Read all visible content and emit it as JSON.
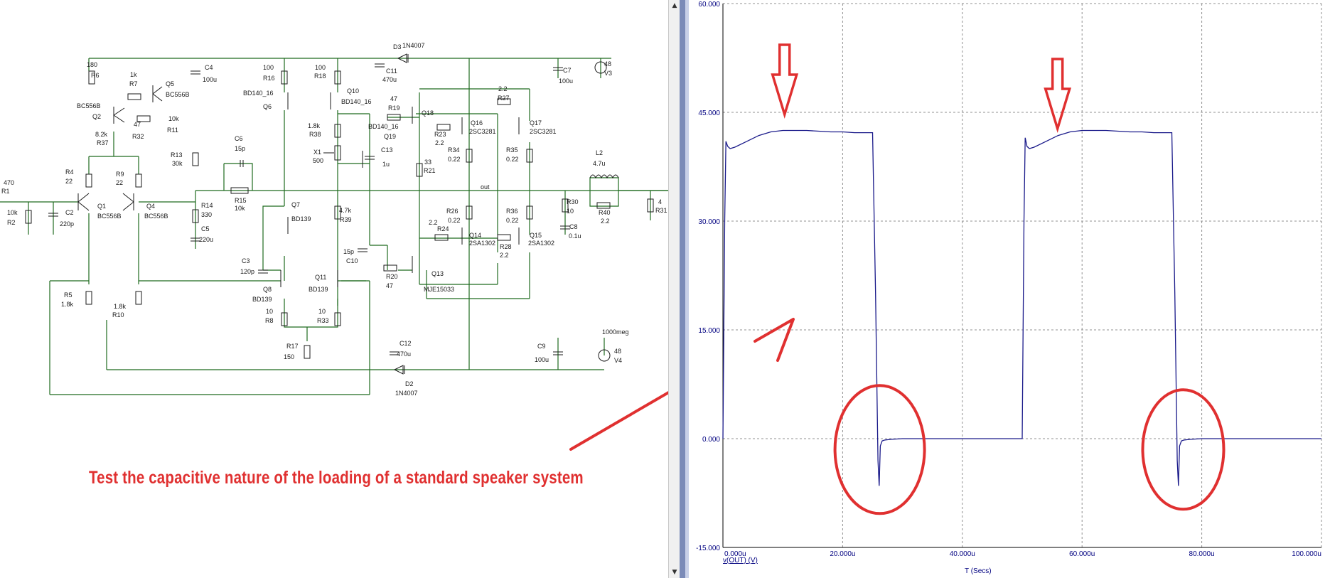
{
  "annotation": {
    "caption": "Test the capacitive nature of the loading of a standard speaker system",
    "annotation_color": "#e03030"
  },
  "schematic": {
    "wire_color": "#1f6b1f",
    "component_color": "#1a1a1a",
    "labels": {
      "R1": "R1",
      "R1_val": "470",
      "R2": "R2",
      "R2_val": "10k",
      "C2": "C2",
      "C2_val": "220p",
      "Q1": "Q1",
      "Q1_type": "BC556B",
      "Q4": "Q4",
      "Q4_type": "BC556B",
      "R4": "R4",
      "R4_val": "22",
      "R9": "R9",
      "R9_val": "22",
      "R6": "R6",
      "R6_val": "180",
      "R7": "R7",
      "R7_val": "1k",
      "Q5": "Q5",
      "Q5_type": "BC556B",
      "Q2": "Q2",
      "Q2_type": "BC556B",
      "R32": "R32",
      "R32_val": "47",
      "R37": "R37",
      "R37_val": "8.2k",
      "R11": "R11",
      "R11_val": "10k",
      "R13": "R13",
      "R13_val": "30k",
      "C4": "C4",
      "C4_val": "100u",
      "R14": "R14",
      "R14_val": "330",
      "C5": "C5",
      "C5_val": "220u",
      "C6": "C6",
      "C6_val": "15p",
      "R15": "R15",
      "R15_val": "10k",
      "R5": "R5",
      "R5_val": "1.8k",
      "R10": "R10",
      "R10_val": "1.8k",
      "R16": "R16",
      "R16_val": "100",
      "R18": "R18",
      "R18_val": "100",
      "Q6": "Q6",
      "Q6_type": "BD140_16",
      "Q10": "Q10",
      "Q10_type": "BD140_16",
      "Q7": "Q7",
      "Q7_type": "BD139",
      "C3": "C3",
      "C3_val": "120p",
      "Q8": "Q8",
      "Q8_type": "BD139",
      "Q11": "Q11",
      "Q11_type": "BD139",
      "R8": "R8",
      "R8_val": "10",
      "R33": "R33",
      "R33_val": "10",
      "R17": "R17",
      "R17_val": "150",
      "R38": "R38",
      "R38_val": "1.8k",
      "X1": "X1",
      "X1_val": "500",
      "Q19": "Q19",
      "Q19_type": "BD140_16",
      "C13": "C13",
      "C13_val": "1u",
      "R39": "R39",
      "R39_val": "4.7k",
      "C10": "C10",
      "C10_val": "15p",
      "D3": "D3",
      "D3_type": "1N4007",
      "C11": "C11",
      "C11_val": "470u",
      "R19": "R19",
      "R19_val": "47",
      "Q18": "Q18",
      "R21": "R21",
      "R21_val": "33",
      "R23": "R23",
      "R23_val": "2.2",
      "Q16": "Q16",
      "Q16_type": "2SC3281",
      "R34": "R34",
      "R34_val": "0.22",
      "R27": "R27",
      "R27_val": "2.2",
      "Q17": "Q17",
      "Q17_type": "2SC3281",
      "R35": "R35",
      "R35_val": "0.22",
      "C7": "C7",
      "C7_val": "100u",
      "V3": "V3",
      "V3_val": "48",
      "out": "out",
      "L2": "L2",
      "L2_val": "4.7u",
      "R40": "R40",
      "R40_val": "2.2",
      "R30": "R30",
      "R30_val": "10",
      "C8": "C8",
      "C8_val": "0.1u",
      "R31": "R31",
      "R31_val": "4",
      "R26": "R26",
      "R26_val": "0.22",
      "R36": "R36",
      "R36_val": "0.22",
      "R24": "R24",
      "R24_val": "2.2",
      "Q14": "Q14",
      "Q14_type": "2SA1302",
      "R28": "R28",
      "R28_val": "2.2",
      "Q15": "Q15",
      "Q15_type": "2SA1302",
      "R20": "R20",
      "R20_val": "47",
      "Q13": "Q13",
      "Q13_type": "MJE15033",
      "C12": "C12",
      "C12_val": "470u",
      "D2": "D2",
      "D2_type": "1N4007",
      "C9": "C9",
      "C9_val": "100u",
      "V4": "V4",
      "V4_val": "48",
      "V4_src": "1000meg"
    }
  },
  "chart_data": {
    "type": "line",
    "x_axis_label": "T (Secs)",
    "trace_label": "v(OUT) (V)",
    "xlim": [
      0,
      100
    ],
    "ylim": [
      -15,
      60
    ],
    "x_ticks": [
      "0.000u",
      "20.000u",
      "40.000u",
      "60.000u",
      "80.000u",
      "100.000u"
    ],
    "y_ticks": [
      "60.000",
      "45.000",
      "30.000",
      "15.000",
      "0.000",
      "-15.000"
    ],
    "x_tick_values": [
      0,
      20,
      40,
      60,
      80,
      100
    ],
    "y_tick_values": [
      60,
      45,
      30,
      15,
      0,
      -15
    ],
    "grid": true,
    "trace_color": "#1a1a8a",
    "series": [
      {
        "name": "v(OUT) (V)",
        "x": [
          0,
          0.3,
          0.5,
          0.8,
          1.2,
          2,
          4,
          6,
          8,
          10,
          12,
          14,
          16,
          18,
          20,
          22,
          24,
          25.0,
          25.5,
          25.9,
          26.1,
          26.3,
          26.6,
          27,
          28,
          30,
          35,
          40,
          45,
          50.0,
          50.3,
          50.5,
          50.8,
          51.2,
          52,
          54,
          56,
          58,
          60,
          62,
          64,
          66,
          68,
          70,
          72,
          74,
          75.0,
          75.5,
          75.9,
          76.1,
          76.3,
          76.6,
          77,
          78,
          80,
          90,
          100
        ],
        "y": [
          0,
          30,
          41,
          40.3,
          40,
          40.2,
          41,
          41.8,
          42.3,
          42.5,
          42.5,
          42.5,
          42.4,
          42.3,
          42.3,
          42.2,
          42.2,
          42.2,
          20,
          -3,
          -6.5,
          -1,
          -0.3,
          -0.2,
          -0.1,
          0,
          0,
          0,
          0,
          0,
          30,
          41.5,
          40.3,
          40,
          40.2,
          41,
          41.8,
          42.3,
          42.5,
          42.5,
          42.5,
          42.4,
          42.3,
          42.3,
          42.2,
          42.2,
          42.2,
          20,
          -3,
          -6.5,
          -1,
          -0.3,
          -0.2,
          -0.1,
          0,
          0,
          0
        ]
      }
    ]
  }
}
